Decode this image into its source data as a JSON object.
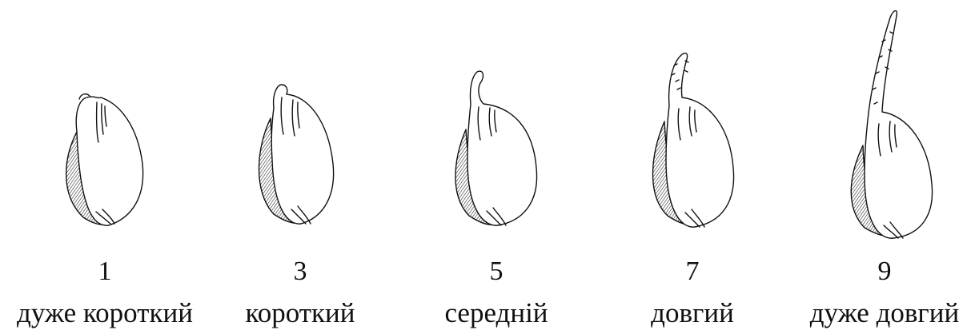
{
  "panels": [
    {
      "score": "1",
      "label": "дуже короткий"
    },
    {
      "score": "3",
      "label": "короткий"
    },
    {
      "score": "5",
      "label": "середній"
    },
    {
      "score": "7",
      "label": "довгий"
    },
    {
      "score": "9",
      "label": "дуже довгий"
    }
  ]
}
